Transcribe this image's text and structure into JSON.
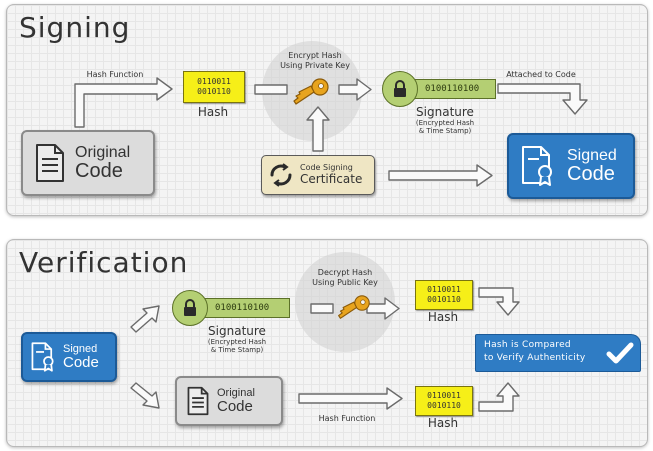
{
  "signing": {
    "title": "Signing",
    "hash_function_label": "Hash Function",
    "hash": {
      "line1": "0110011",
      "line2": "0010110",
      "caption": "Hash"
    },
    "encrypt_label_line1": "Encrypt Hash",
    "encrypt_label_line2": "Using Private Key",
    "signature": {
      "bits": "0100110100",
      "caption": "Signature",
      "note_line1": "(Encrypted Hash",
      "note_line2": "& Time Stamp)"
    },
    "attached_label": "Attached to Code",
    "original_code": {
      "line1": "Original",
      "line2": "Code"
    },
    "certificate": {
      "line1": "Code Signing",
      "line2": "Certificate"
    },
    "signed_code": {
      "line1": "Signed",
      "line2": "Code"
    }
  },
  "verification": {
    "title": "Verification",
    "signed_code": {
      "line1": "Signed",
      "line2": "Code"
    },
    "signature": {
      "bits": "0100110100",
      "caption": "Signature",
      "note_line1": "(Encrypted Hash",
      "note_line2": "& Time Stamp)"
    },
    "decrypt_label_line1": "Decrypt Hash",
    "decrypt_label_line2": "Using Public Key",
    "hash_top": {
      "line1": "0110011",
      "line2": "0010110",
      "caption": "Hash"
    },
    "compare_line1": "Hash is Compared",
    "compare_line2": "to Verify Authenticity",
    "original_code": {
      "line1": "Original",
      "line2": "Code"
    },
    "hash_function_label": "Hash Function",
    "hash_bottom": {
      "line1": "0110011",
      "line2": "0010110",
      "caption": "Hash"
    }
  },
  "colors": {
    "hash_yellow": "#f6ef18",
    "signature_green": "#b4cf73",
    "signed_blue": "#2f7cc4",
    "certificate_tan": "#efe6c4",
    "key_gold": "#e8a41e"
  },
  "icons": {
    "document": "document-icon",
    "certified_document": "certified-document-icon",
    "key": "key-icon",
    "lock": "lock-icon",
    "certificate_seal": "certificate-seal-icon",
    "checkmark": "checkmark-icon"
  }
}
